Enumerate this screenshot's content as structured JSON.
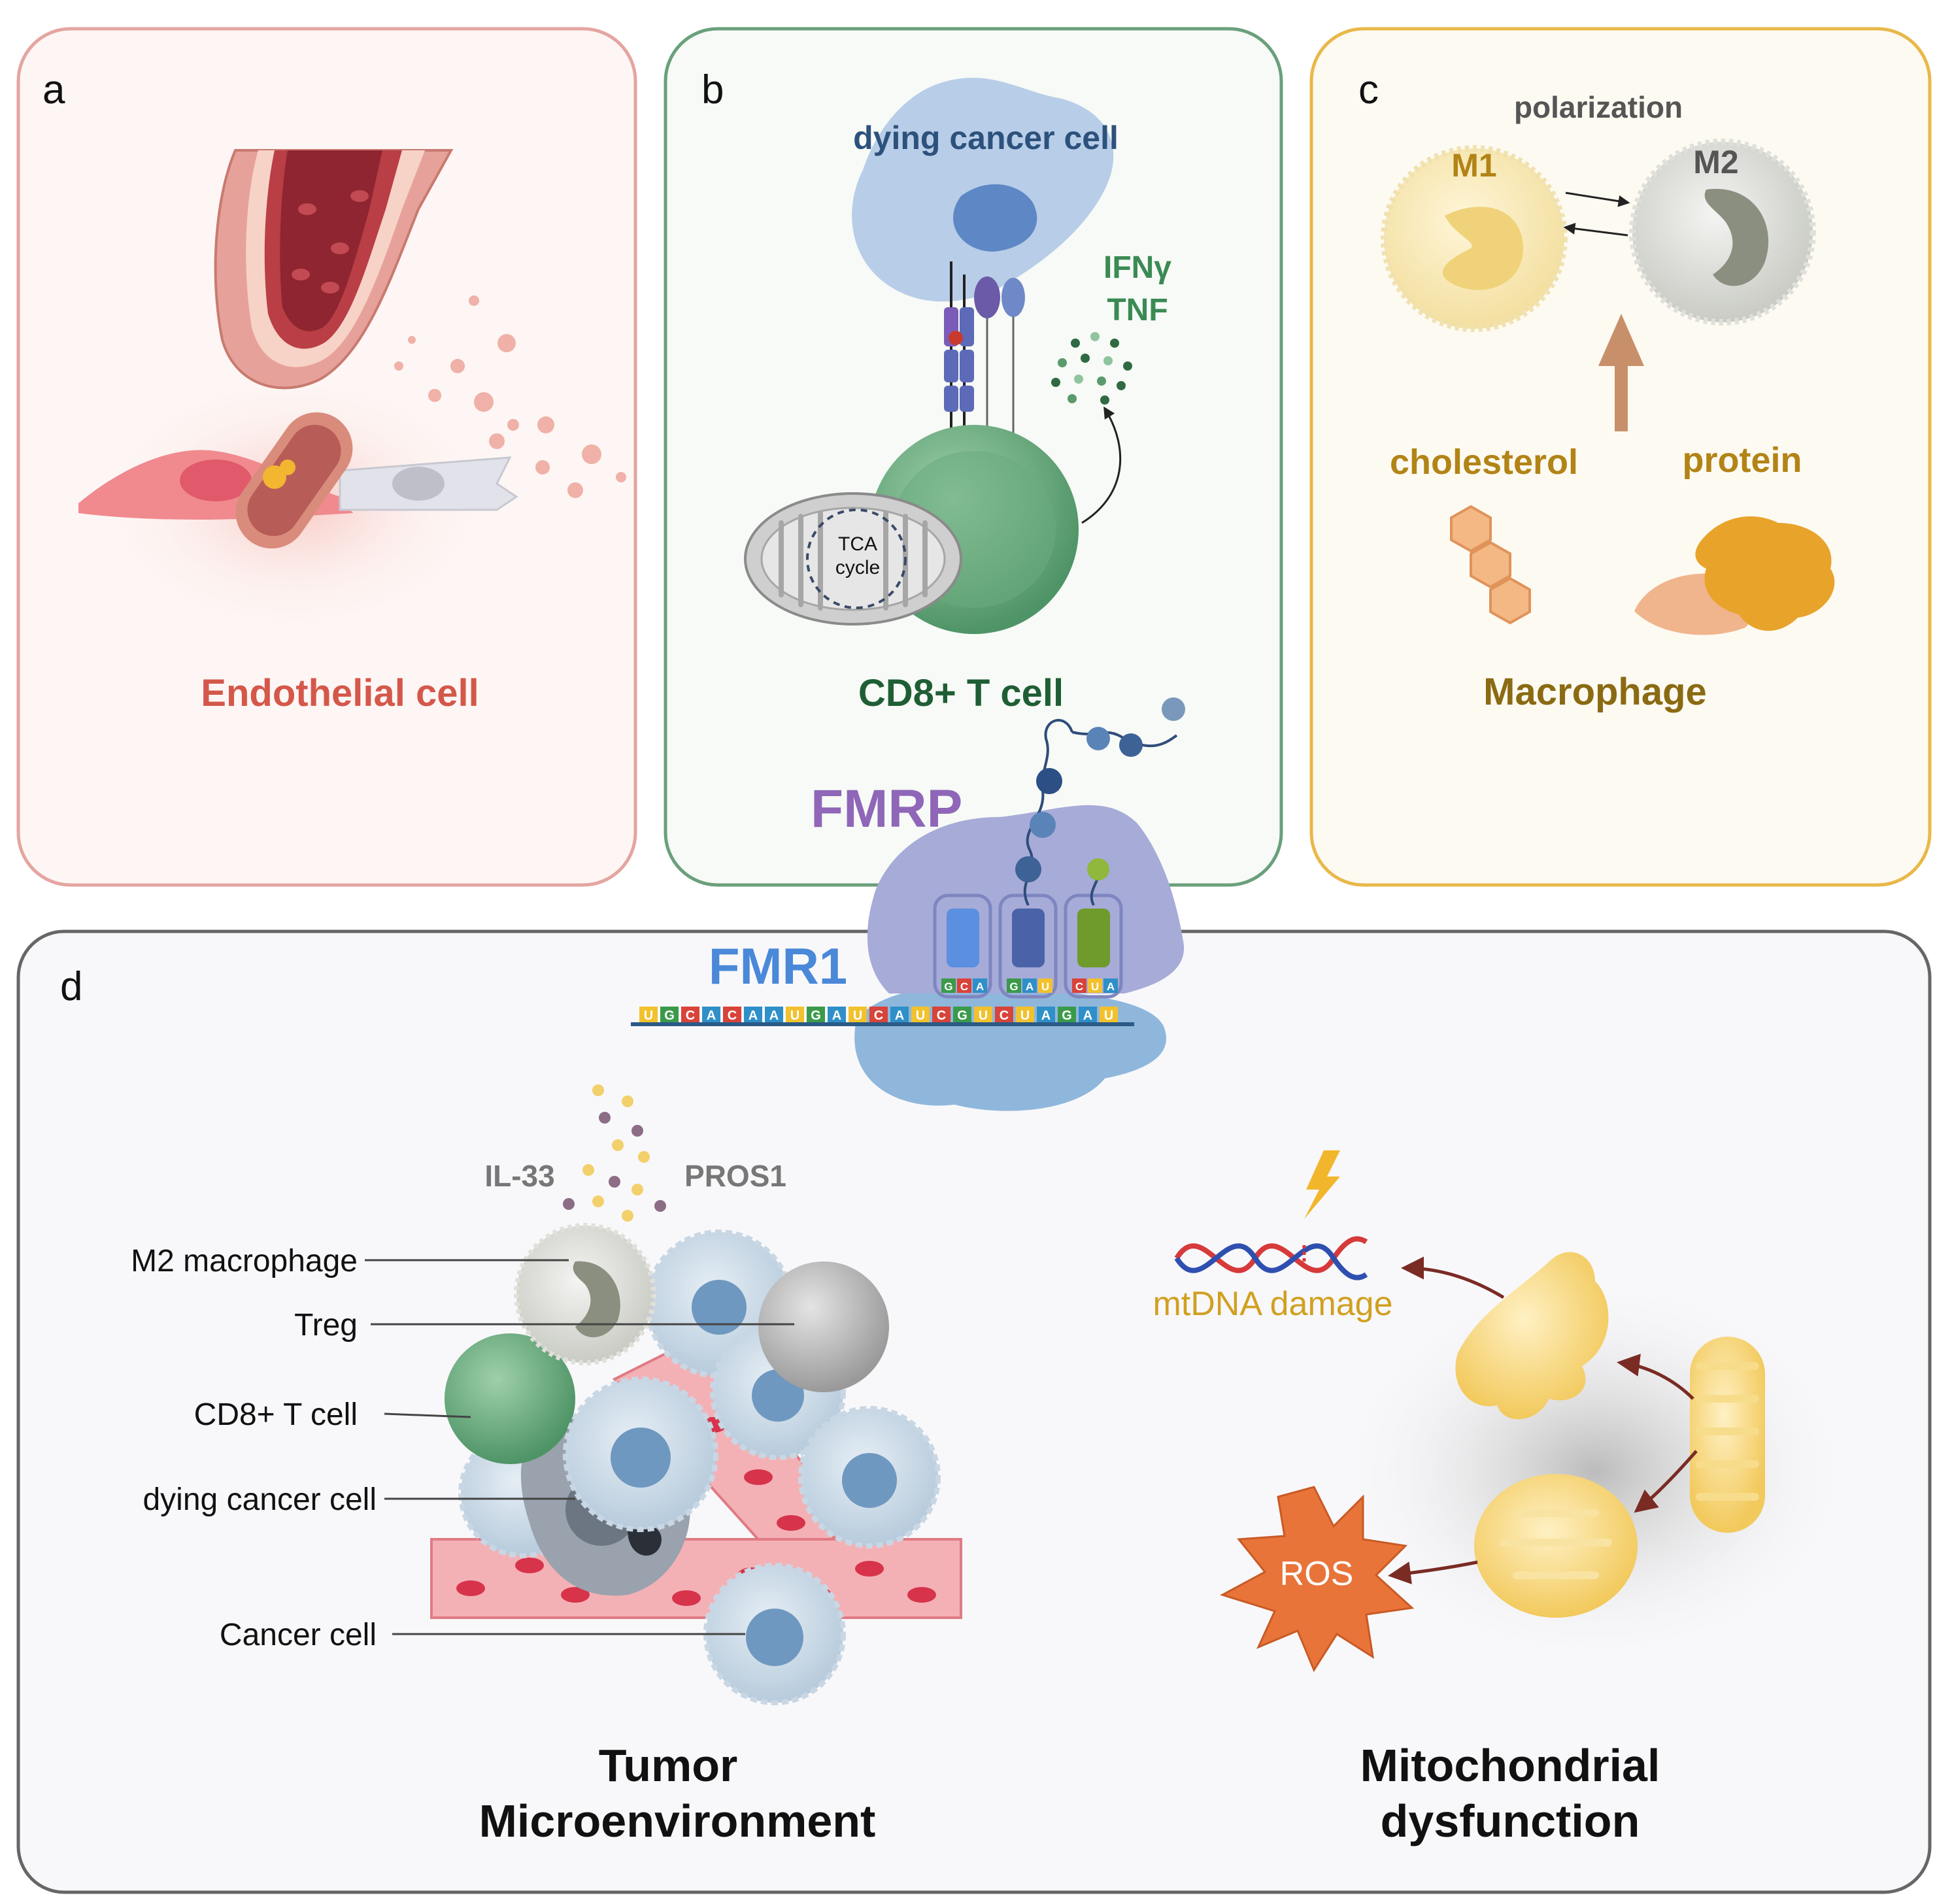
{
  "panels": {
    "a": {
      "letter": "a",
      "title": "Endothelial cell"
    },
    "b": {
      "letter": "b",
      "dying_cancer_cell": "dying cancer cell",
      "cytokine_1": "IFNγ",
      "cytokine_2": "TNF",
      "tca_line1": "TCA",
      "tca_line2": "cycle",
      "title": "CD8+ T cell"
    },
    "c": {
      "letter": "c",
      "polarization": "polarization",
      "m1": "M1",
      "m2": "M2",
      "cholesterol": "cholesterol",
      "protein": "protein",
      "title": "Macrophage"
    },
    "center": {
      "fmrp": "FMRP",
      "fmr1": "FMR1",
      "mrna_bases": [
        "U",
        "G",
        "C",
        "A",
        "C",
        "A",
        "A",
        "U",
        "G",
        "A",
        "U",
        "C",
        "A",
        "U",
        "C",
        "G",
        "U",
        "C",
        "U",
        "A",
        "G",
        "A",
        "U"
      ],
      "codons": [
        [
          "G",
          "C",
          "A"
        ],
        [
          "G",
          "A",
          "U"
        ],
        [
          "C",
          "U",
          "A"
        ]
      ]
    },
    "d": {
      "letter": "d",
      "il33": "IL-33",
      "pros1": "PROS1",
      "callouts": [
        "M2 macrophage",
        "Treg",
        "CD8+ T cell",
        "dying cancer cell",
        "Cancer cell"
      ],
      "tme_title_1": "Tumor",
      "tme_title_2": "Microenvironment",
      "mtdna": "mtDNA damage",
      "ros": "ROS",
      "mito_title_1": "Mitochondrial",
      "mito_title_2": "dysfunction"
    }
  },
  "colors": {
    "panel_a_border": "#e4a5a0",
    "panel_a_fill": "#fdf6f4",
    "panel_b_border": "#6aa07c",
    "panel_b_fill": "#f7faf6",
    "panel_c_border": "#e8b84a",
    "panel_c_fill": "#fdfaf2",
    "panel_d_border": "#666666",
    "panel_d_fill": "#f8f8fa",
    "endothelial_title": "#d4584a",
    "cd8_title": "#1f5e35",
    "dying_cell_text": "#2c527c",
    "cytokine_text": "#3b8a55",
    "macrophage_text": "#8a6a12",
    "nutrient_text": "#b28416",
    "fmrp_purple": "#8f66b8",
    "fmrp_blue": "#2f74c8",
    "fmr1_blue": "#4a88d8",
    "mtdna_text": "#d1a020",
    "ros_fill": "#e8743a"
  }
}
